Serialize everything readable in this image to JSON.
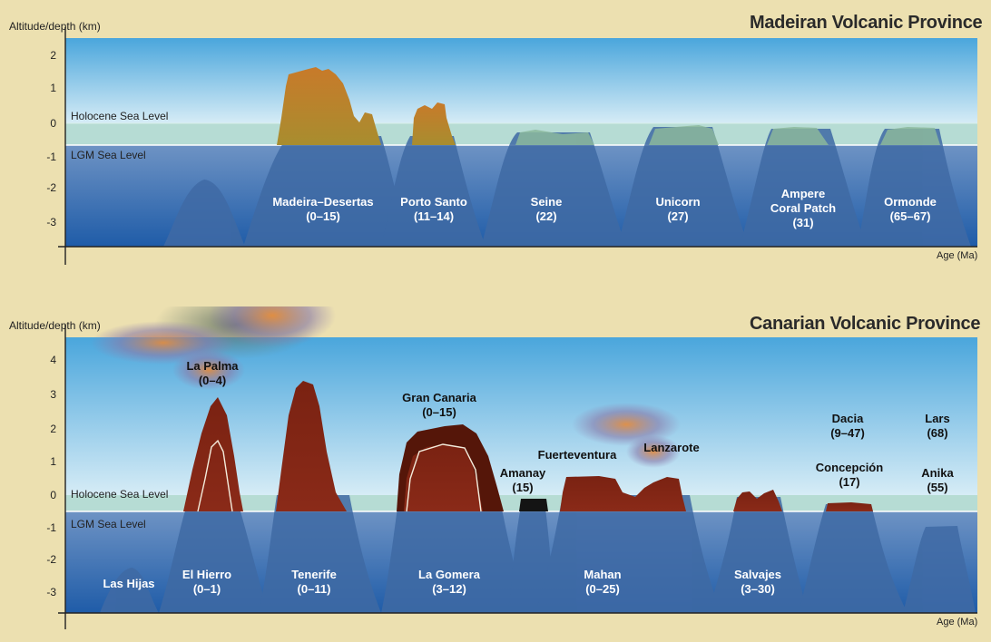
{
  "madeira": {
    "title": "Madeiran Volcanic Province",
    "y_axis_label": "Altitude/depth (km)",
    "x_axis_label": "Age (Ma)",
    "y_ticks": [
      "2",
      "1",
      "0",
      "-1",
      "-2",
      "-3"
    ],
    "holocene_label": "Holocene Sea Level",
    "lgm_label": "LGM Sea Level",
    "volcanoes": [
      {
        "name": "Madeira–Desertas",
        "age": "(0–15)"
      },
      {
        "name": "Porto Santo",
        "age": "(11–14)"
      },
      {
        "name": "Seine",
        "age": "(22)"
      },
      {
        "name": "Unicorn",
        "age": "(27)"
      },
      {
        "name": "Ampere",
        "name2": "Coral Patch",
        "age": "(31)"
      },
      {
        "name": "Ormonde",
        "age": "(65–67)"
      }
    ]
  },
  "canary": {
    "title": "Canarian Volcanic Province",
    "y_axis_label": "Altitude/depth (km)",
    "x_axis_label": "Age (Ma)",
    "y_ticks": [
      "4",
      "3",
      "2",
      "1",
      "0",
      "-1",
      "-2",
      "-3"
    ],
    "holocene_label": "Holocene Sea Level",
    "lgm_label": "LGM Sea Level",
    "volcanoes_above": [
      {
        "name": "La Palma",
        "age": "(0–4)"
      },
      {
        "name": "Gran Canaria",
        "age": "(0–15)"
      },
      {
        "name": "Amanay",
        "age": "(15)"
      },
      {
        "name": "Fuerteventura"
      },
      {
        "name": "Lanzarote"
      },
      {
        "name": "Dacia",
        "age": "(9–47)"
      },
      {
        "name": "Concepción",
        "age": "(17)"
      },
      {
        "name": "Lars",
        "age": "(68)"
      },
      {
        "name": "Anika",
        "age": "(55)"
      }
    ],
    "volcanoes_below": [
      {
        "name": "Las Hijas"
      },
      {
        "name": "El Hierro",
        "age": "(0–1)"
      },
      {
        "name": "Tenerife",
        "age": "(0–11)"
      },
      {
        "name": "La Gomera",
        "age": "(3–12)"
      },
      {
        "name": "Mahan",
        "age": "(0–25)"
      },
      {
        "name": "Salvajes",
        "age": "(3–30)"
      }
    ]
  }
}
